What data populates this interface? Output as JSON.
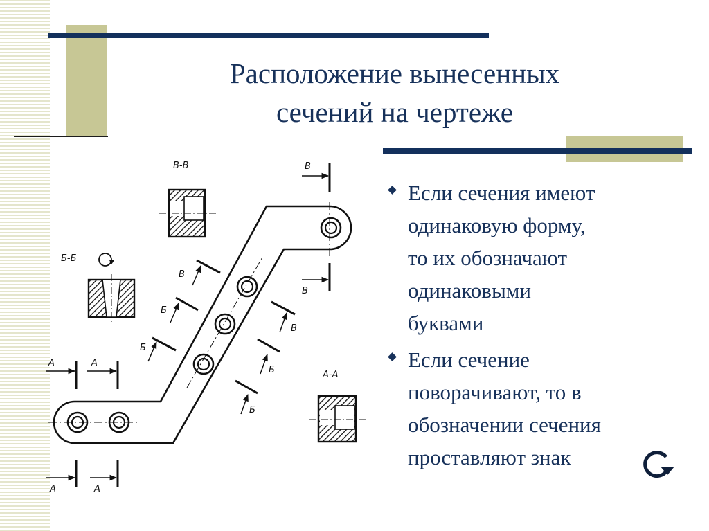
{
  "slide": {
    "title_line1": "Расположение вынесенных",
    "title_line2": "сечений на чертеже"
  },
  "bullets": [
    {
      "lines": [
        "Если сечения имеют",
        "одинаковую форму,",
        "то их обозначают",
        "одинаковыми",
        "буквами"
      ]
    },
    {
      "lines": [
        "Если сечение",
        "поворачивают, то в",
        "обозначении сечения",
        "проставляют знак"
      ]
    }
  ],
  "drawing": {
    "section_vv": "В-В",
    "section_bb": "Б-Б",
    "section_aa": "А-А",
    "letter_a": "А",
    "letter_b": "Б",
    "letter_v": "В"
  },
  "icons": {
    "bullet": "diamond-bullet-icon",
    "rotation_sign": "rotation-sign-icon"
  },
  "colors": {
    "text": "#17315a",
    "accent_olive": "#c7c795",
    "line_navy": "#13305c"
  }
}
